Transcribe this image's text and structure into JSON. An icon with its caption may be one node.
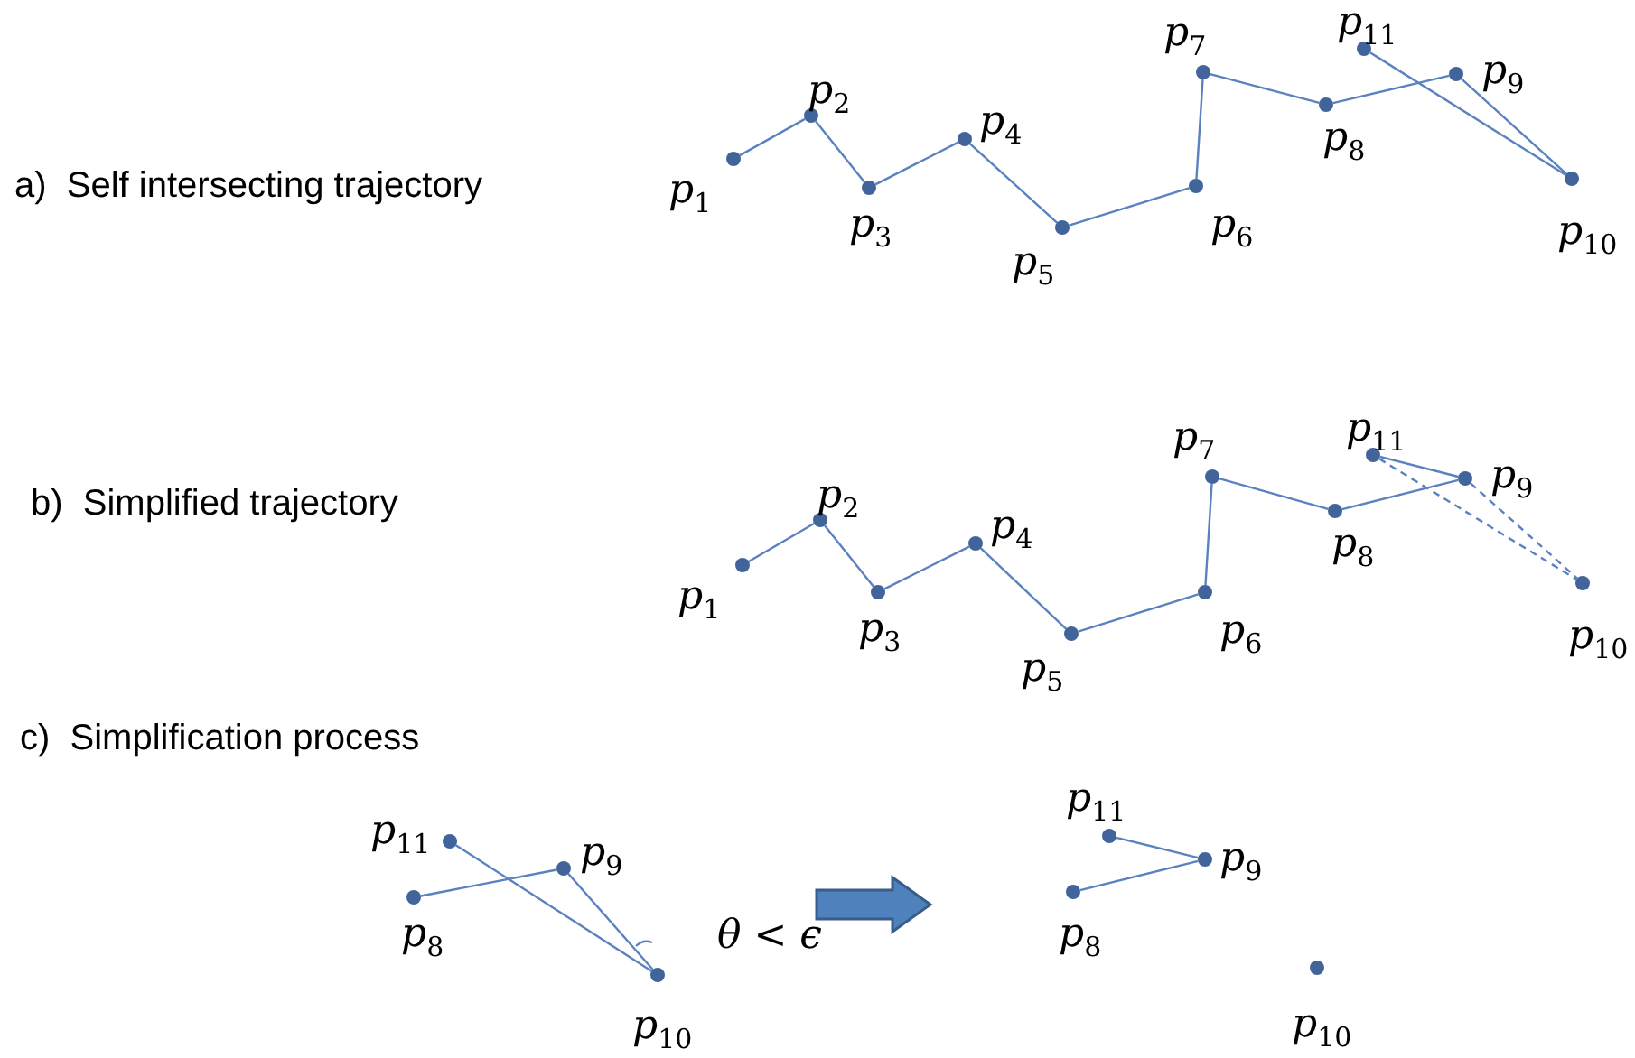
{
  "diagram": {
    "nodes": [
      {
        "text": [],
        "shape": "circle",
        "beside": [
          "p$_{1}$"
        ]
      },
      {
        "text": [],
        "shape": "circle",
        "beside": [
          "p$_{2}$"
        ]
      },
      {
        "text": [],
        "shape": "circle",
        "beside": [
          "p$_{3}$"
        ]
      },
      {
        "text": [],
        "shape": "circle",
        "beside": [
          "p$_{4}$"
        ]
      },
      {
        "text": [],
        "shape": "circle",
        "beside": [
          "p$_{5}$"
        ]
      },
      {
        "text": [],
        "shape": "circle",
        "beside": [
          "p$_{6}$"
        ]
      },
      {
        "text": [],
        "shape": "circle",
        "beside": [
          "p$_{7}$"
        ]
      },
      {
        "text": [],
        "shape": "circle",
        "beside": [
          "p$_{8}$"
        ]
      },
      {
        "text": [],
        "shape": "circle",
        "beside": [
          "p$_{9}$"
        ]
      },
      {
        "text": [],
        "shape": "circle",
        "beside": [
          "p$_{10}$"
        ]
      },
      {
        "text": [],
        "shape": "circle",
        "beside": [
          "p$_{11}$"
        ]
      },
      {
        "text": [],
        "shape": "circle",
        "beside": [
          "p$_{1}$"
        ]
      },
      {
        "text": [],
        "shape": "circle",
        "beside": [
          "p$_{2}$"
        ]
      },
      {
        "text": [],
        "shape": "circle",
        "beside": [
          "p$_{3}$"
        ]
      },
      {
        "text": [],
        "shape": "circle",
        "beside": [
          "p$_{4}$"
        ]
      },
      {
        "text": [],
        "shape": "circle",
        "beside": [
          "p$_{5}$"
        ]
      },
      {
        "text": [],
        "shape": "circle",
        "beside": [
          "p$_{6}$"
        ]
      },
      {
        "text": [],
        "shape": "circle",
        "beside": [
          "p$_{7}$"
        ]
      },
      {
        "text": [],
        "shape": "circle",
        "beside": [
          "p$_{8}$"
        ]
      },
      {
        "text": [],
        "shape": "circle",
        "beside": [
          "p$_{9}$"
        ]
      },
      {
        "text": [],
        "shape": "circle",
        "beside": [
          "p$_{10}$"
        ]
      },
      {
        "text": [],
        "shape": "circle",
        "beside": [
          "p$_{11}$"
        ]
      },
      {
        "text": [],
        "shape": "circle",
        "beside": [
          "p$_{11}$"
        ]
      },
      {
        "text": [],
        "shape": "circle",
        "beside": [
          "p$_{9}$"
        ]
      },
      {
        "text": [],
        "shape": "circle",
        "beside": [
          "p$_{8}$"
        ]
      },
      {
        "text": [],
        "shape": "circle",
        "beside": [
          "p$_{10}$"
        ]
      },
      {
        "text": [],
        "shape": "circle",
        "beside": [
          "p$_{11}$"
        ]
      },
      {
        "text": [],
        "shape": "circle",
        "beside": [
          "p$_{9}$"
        ]
      },
      {
        "text": [],
        "shape": "circle",
        "beside": [
          "p$_{8}$"
        ]
      },
      {
        "text": [],
        "shape": "circle",
        "beside": [
          "p$_{10}$"
        ]
      }
    ],
    "edges": [
      {
        "from": 0,
        "to": 1,
        "arrow": "none"
      },
      {
        "from": 1,
        "to": 2,
        "arrow": "none"
      },
      {
        "from": 2,
        "to": 3,
        "arrow": "none"
      },
      {
        "from": 3,
        "to": 4,
        "arrow": "none"
      },
      {
        "from": 4,
        "to": 5,
        "arrow": "none"
      },
      {
        "from": 5,
        "to": 6,
        "arrow": "none"
      },
      {
        "from": 6,
        "to": 7,
        "arrow": "none"
      },
      {
        "from": 7,
        "to": 8,
        "arrow": "none"
      },
      {
        "from": 8,
        "to": 9,
        "arrow": "none"
      },
      {
        "from": 9,
        "to": 10,
        "arrow": "none"
      },
      {
        "from": 11,
        "to": 12,
        "arrow": "none"
      },
      {
        "from": 12,
        "to": 13,
        "arrow": "none"
      },
      {
        "from": 13,
        "to": 14,
        "arrow": "none"
      },
      {
        "from": 14,
        "to": 15,
        "arrow": "none"
      },
      {
        "from": 15,
        "to": 16,
        "arrow": "none"
      },
      {
        "from": 16,
        "to": 17,
        "arrow": "none"
      },
      {
        "from": 17,
        "to": 18,
        "arrow": "none"
      },
      {
        "from": 18,
        "to": 19,
        "arrow": "none"
      },
      {
        "from": 19,
        "to": 21,
        "arrow": "none"
      },
      {
        "from": 21,
        "to": 20,
        "arrow": "none",
        "style": "dashed"
      },
      {
        "from": 19,
        "to": 20,
        "arrow": "none",
        "style": "dashed"
      },
      {
        "from": 24,
        "to": 23,
        "arrow": "none"
      },
      {
        "from": 23,
        "to": 25,
        "arrow": "none"
      },
      {
        "from": 22,
        "to": 25,
        "arrow": "none"
      },
      {
        "from": 28,
        "to": 27,
        "arrow": "none"
      },
      {
        "from": 26,
        "to": 27,
        "arrow": "none"
      }
    ],
    "labels": [
      "a)  Self intersecting trajectory",
      "b)  Simplified trajectory",
      "c)  Simplification process",
      "θ < ϵ"
    ]
  }
}
